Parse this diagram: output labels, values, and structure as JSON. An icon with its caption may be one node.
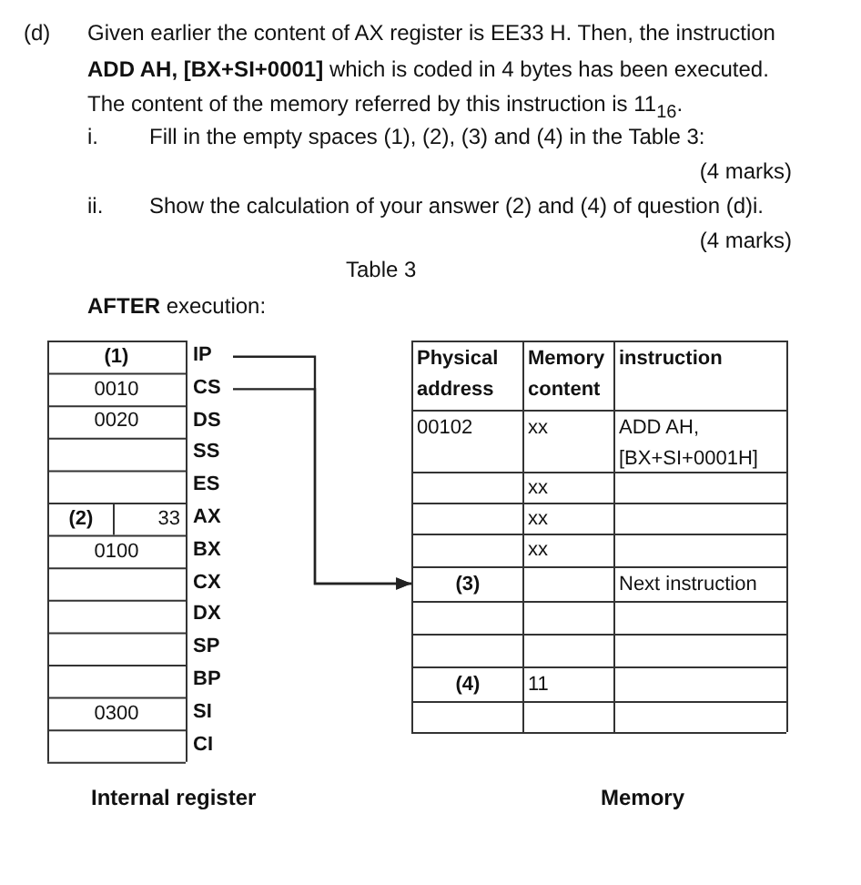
{
  "diagram": {
    "title": "Table 3",
    "nodes": [
      {
        "text": [
          "IP"
        ]
      },
      {
        "text": [
          "CS"
        ]
      },
      {
        "text": [
          "(3)"
        ]
      }
    ],
    "edges": [
      {
        "from": 0,
        "to": 2,
        "arrow": "to"
      },
      {
        "from": 1,
        "to": 2,
        "arrow": "to"
      }
    ],
    "labels": [
      "(d)",
      "Given earlier the content of AX register is EE33 H. Then, the instruction **ADD AH, [BX+SI+0001]** which is coded in 4 bytes has been executed. The content of the memory referred by this instruction is 11$_{16}$.",
      "i.",
      "Fill in the empty spaces (1), (2), (3) and (4) in the Table 3:",
      "(4 marks)",
      "ii.",
      "Show the calculation of your answer (2) and (4) of question (d)i.",
      "(4 marks)",
      "**AFTER** execution:",
      "(1)",
      "0010",
      "0020",
      "DS",
      "SS",
      "ES",
      "(2)",
      "33",
      "AX",
      "0100",
      "BX",
      "CX",
      "DX",
      "SP",
      "BP",
      "0300",
      "SI",
      "CI",
      "Physical address",
      "Memory content",
      "instruction",
      "00102",
      "xx",
      "ADD AH, [BX+SI+0001H]",
      "xx",
      "xx",
      "xx",
      "Next instruction",
      "(4)",
      "11",
      "Internal register",
      "Memory"
    ]
  }
}
